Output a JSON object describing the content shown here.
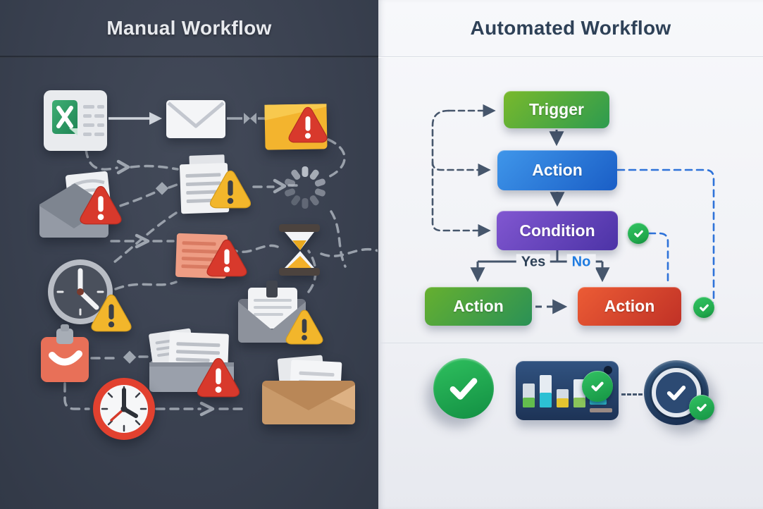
{
  "left_panel": {
    "title": "Manual Workflow",
    "icons": [
      "spreadsheet-document",
      "email-envelope",
      "warning-note",
      "loading-spinner",
      "document-stack-warning",
      "mail-tray-warning",
      "sticky-note-warning",
      "hourglass",
      "clock-warning",
      "envelope-clipboard-warning",
      "task-clipboard",
      "document-tray-warning",
      "alarm-clock",
      "stuffed-envelope"
    ]
  },
  "right_panel": {
    "title": "Automated Workflow",
    "flow": {
      "trigger": "Trigger",
      "action": "Action",
      "condition": "Condition",
      "yes": "Yes",
      "no": "No",
      "action_yes": "Action",
      "action_no": "Action"
    },
    "footer_icons": [
      "success-check",
      "analytics-dashboard",
      "verified-badge"
    ]
  },
  "colors": {
    "left_bg": "#3a4150",
    "right_bg": "#f1f2f6",
    "trigger_top": "#79b92c",
    "trigger_bottom": "#2d9b4f",
    "action_top": "#3f96ea",
    "action_bottom": "#1a5ec6",
    "condition_top": "#8157d1",
    "condition_bottom": "#4c33a6",
    "action_yes_top": "#66b02f",
    "action_yes_bottom": "#2a9156",
    "action_no_top": "#ec5c35",
    "action_no_bottom": "#c03126",
    "check_green": "#21a94c",
    "connector_dark": "#46566c",
    "connector_blue": "#2e72d9",
    "yes": "#2e4157",
    "no": "#1f7be0",
    "tile_top": "#315381",
    "tile_bottom": "#1d3356"
  }
}
